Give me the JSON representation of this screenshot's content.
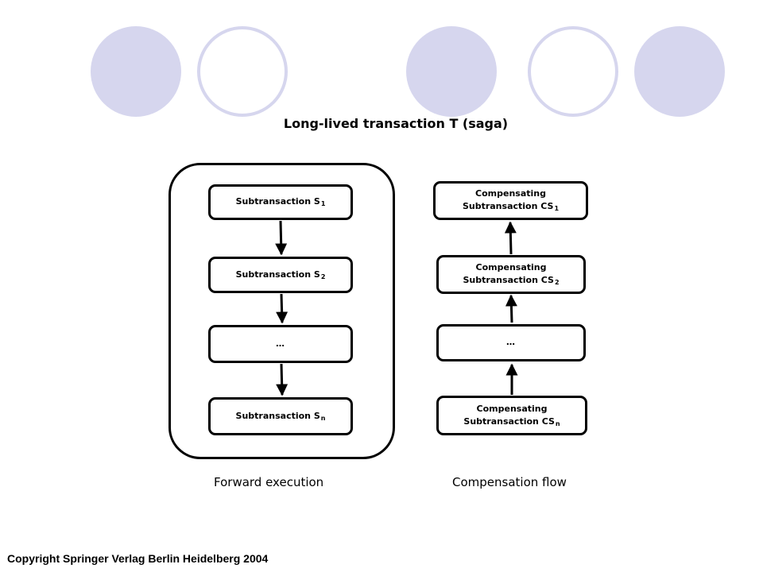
{
  "title": "Long-lived transaction T (saga)",
  "forward": {
    "caption": "Forward execution",
    "steps": [
      {
        "label": "Subtransaction S",
        "sub": "1"
      },
      {
        "label": "Subtransaction S",
        "sub": "2"
      },
      {
        "label": "…",
        "sub": ""
      },
      {
        "label": "Subtransaction S",
        "sub": "n"
      }
    ]
  },
  "compensation": {
    "caption": "Compensation flow",
    "steps": [
      {
        "line1": "Compensating",
        "line2": "Subtransaction CS",
        "sub": "1"
      },
      {
        "line1": "Compensating",
        "line2": "Subtransaction CS",
        "sub": "2"
      },
      {
        "line1": "",
        "line2": "…",
        "sub": ""
      },
      {
        "line1": "Compensating",
        "line2": "Subtransaction CS",
        "sub": "n"
      }
    ]
  },
  "copyright": "Copyright Springer Verlag Berlin Heidelberg 2004",
  "colors": {
    "decor": "#d6d6ee",
    "stroke": "#000000"
  }
}
